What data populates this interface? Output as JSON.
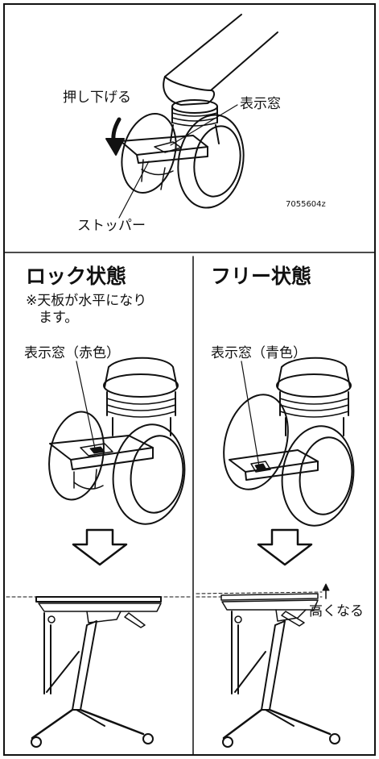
{
  "top_section": {
    "push_down_label": "押し下げる",
    "indicator_label": "表示窓",
    "stopper_label": "ストッパー",
    "part_code": "7055604z"
  },
  "lock_section": {
    "title": "ロック状態",
    "note_line1": "※天板が水平になり",
    "note_line2": "ます。",
    "indicator_label": "表示窓（赤色）"
  },
  "free_section": {
    "title": "フリー状態",
    "indicator_label": "表示窓（青色）",
    "raise_label": "高くなる"
  }
}
